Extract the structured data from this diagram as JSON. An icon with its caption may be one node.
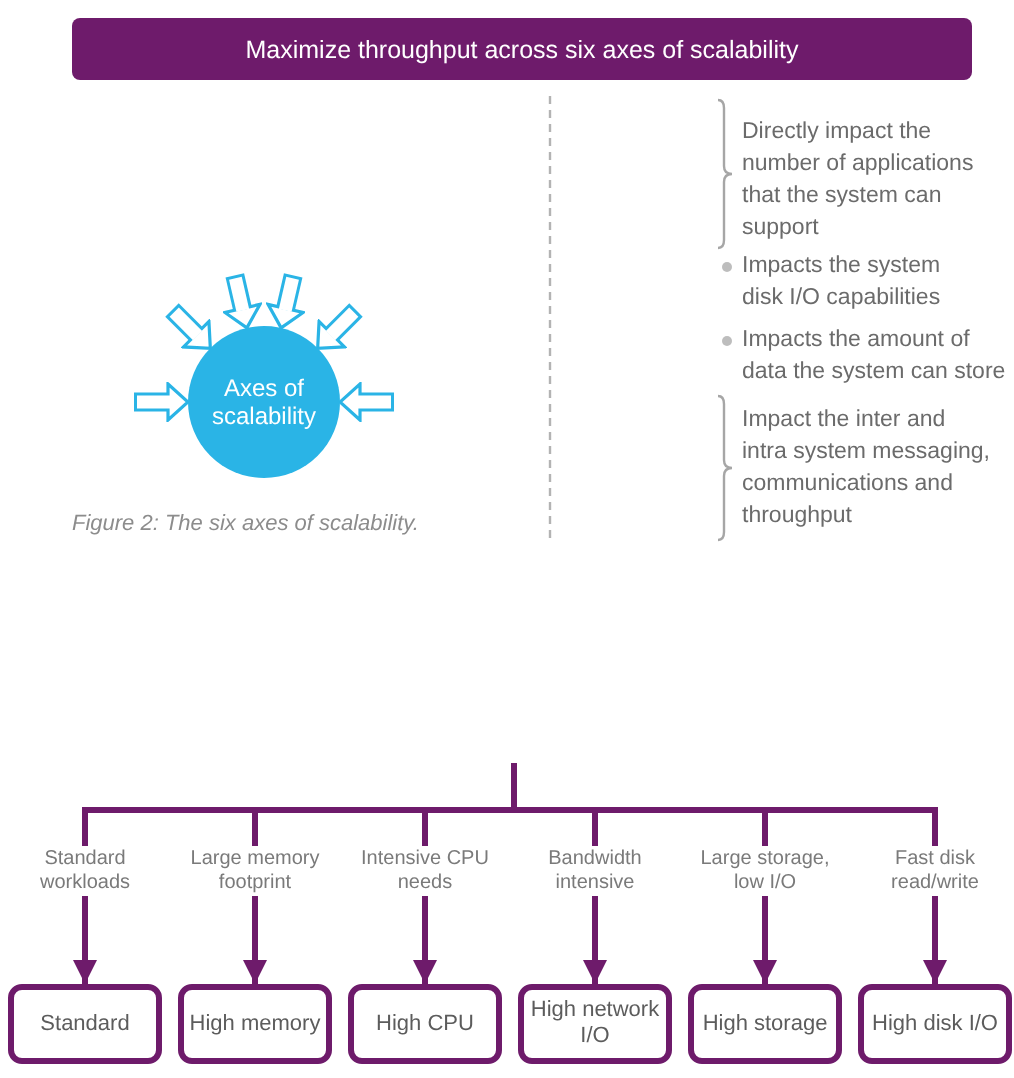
{
  "diagram": {
    "title": "Maximize throughput across six axes of scalability",
    "caption": "Figure 2: The six axes of scalability.",
    "nodes": [
      {
        "text": [
          "Axes of scalability"
        ]
      },
      {
        "text": [
          "Standard"
        ]
      },
      {
        "text": [
          "High memory"
        ]
      },
      {
        "text": [
          "High CPU"
        ]
      },
      {
        "text": [
          "High network I/O"
        ]
      },
      {
        "text": [
          "High storage"
        ]
      },
      {
        "text": [
          "High disk I/O"
        ]
      }
    ],
    "edges": [
      {
        "from": null,
        "to": 0,
        "arrow": "to",
        "style": "thick",
        "color": "#2ab4e6"
      },
      {
        "from": null,
        "to": 0,
        "arrow": "to",
        "style": "thick",
        "color": "#2ab4e6"
      },
      {
        "from": null,
        "to": 0,
        "arrow": "to",
        "style": "thick",
        "color": "#2ab4e6"
      },
      {
        "from": null,
        "to": 0,
        "arrow": "to",
        "style": "thick",
        "color": "#2ab4e6"
      },
      {
        "from": null,
        "to": 0,
        "arrow": "to",
        "style": "thick",
        "color": "#2ab4e6"
      },
      {
        "from": null,
        "to": 0,
        "arrow": "to",
        "style": "thick",
        "color": "#2ab4e6"
      },
      {
        "from": null,
        "to": 1,
        "arrow": "to",
        "label": "Standard workloads",
        "color": "#6e1b6b"
      },
      {
        "from": null,
        "to": 2,
        "arrow": "to",
        "label": "Large memory footprint",
        "color": "#6e1b6b"
      },
      {
        "from": null,
        "to": 3,
        "arrow": "to",
        "label": "Intensive CPU needs",
        "color": "#6e1b6b"
      },
      {
        "from": null,
        "to": 4,
        "arrow": "to",
        "label": "Bandwidth intensive",
        "color": "#6e1b6b"
      },
      {
        "from": null,
        "to": 5,
        "arrow": "to",
        "label": "Large storage, low I/O",
        "color": "#6e1b6b"
      },
      {
        "from": null,
        "to": 6,
        "arrow": "to",
        "label": "Fast disk read/write",
        "color": "#6e1b6b"
      }
    ],
    "labels": [
      "Directly impact the number of applications that the system can support",
      "Impacts the system disk I/O capabilities",
      "Impacts the amount of data the system can store",
      "Impact the inter and intra system messaging, communications and throughput"
    ]
  }
}
